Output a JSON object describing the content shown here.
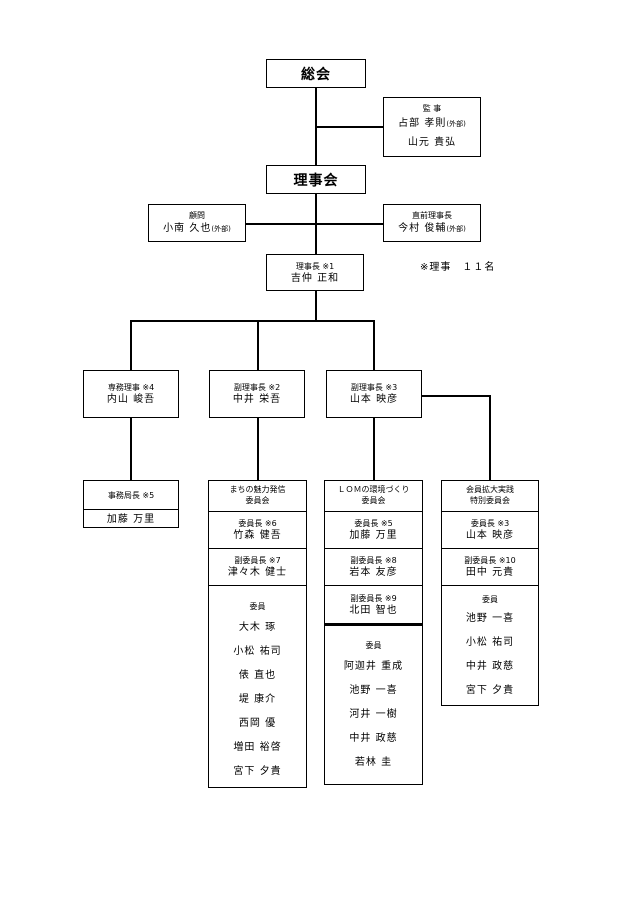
{
  "general_assembly": "総会",
  "auditors": {
    "title": "監 事",
    "members": [
      {
        "name": "占部 孝則",
        "note": "(外部)"
      },
      {
        "name": "山元 貴弘",
        "note": ""
      }
    ]
  },
  "board": "理事会",
  "advisor": {
    "title": "顧問",
    "name": "小南 久也",
    "note": "(外部)"
  },
  "prev_president": {
    "title": "直前理事長",
    "name": "今村 俊輔",
    "note": "(外部)"
  },
  "president": {
    "title": "理事長 ※1",
    "name": "吉仲 正和"
  },
  "directors_note": "※理事　１１名",
  "exec_director": {
    "title": "専務理事 ※4",
    "name": "内山 峻吾"
  },
  "vp1": {
    "title": "副理事長 ※2",
    "name": "中井 栄吾"
  },
  "vp2": {
    "title": "副理事長 ※3",
    "name": "山本 映彦"
  },
  "secretary_general": {
    "title": "事務局長 ※5",
    "name": "加藤 万里"
  },
  "committees": [
    {
      "title_lines": [
        "まちの魅力発信",
        "委員会"
      ],
      "chair": {
        "title": "委員長 ※6",
        "name": "竹森 健吾"
      },
      "vice_chairs": [
        {
          "title": "副委員長 ※7",
          "name": "津々木 健士"
        }
      ],
      "members_label": "委員",
      "members": [
        "大木 琢",
        "小松 祐司",
        "俵 直也",
        "堤 康介",
        "西岡 優",
        "増田 裕啓",
        "宮下 夕貴"
      ]
    },
    {
      "title_lines": [
        "ＬＯＭの環境づくり",
        "委員会"
      ],
      "chair": {
        "title": "委員長 ※5",
        "name": "加藤 万里"
      },
      "vice_chairs": [
        {
          "title": "副委員長 ※8",
          "name": "岩本 友彦"
        },
        {
          "title": "副委員長 ※9",
          "name": "北田 智也"
        }
      ],
      "members_label": "委員",
      "members": [
        "阿迦井 重成",
        "池野 一喜",
        "河井 一樹",
        "中井 政慈",
        "若林 圭"
      ]
    },
    {
      "title_lines": [
        "会員拡大実践",
        "特別委員会"
      ],
      "chair": {
        "title": "委員長 ※3",
        "name": "山本 映彦"
      },
      "vice_chairs": [
        {
          "title": "副委員長 ※10",
          "name": "田中 元貴"
        }
      ],
      "members_label": "委員",
      "members": [
        "池野 一喜",
        "小松 祐司",
        "中井 政慈",
        "宮下 夕貴"
      ]
    }
  ]
}
